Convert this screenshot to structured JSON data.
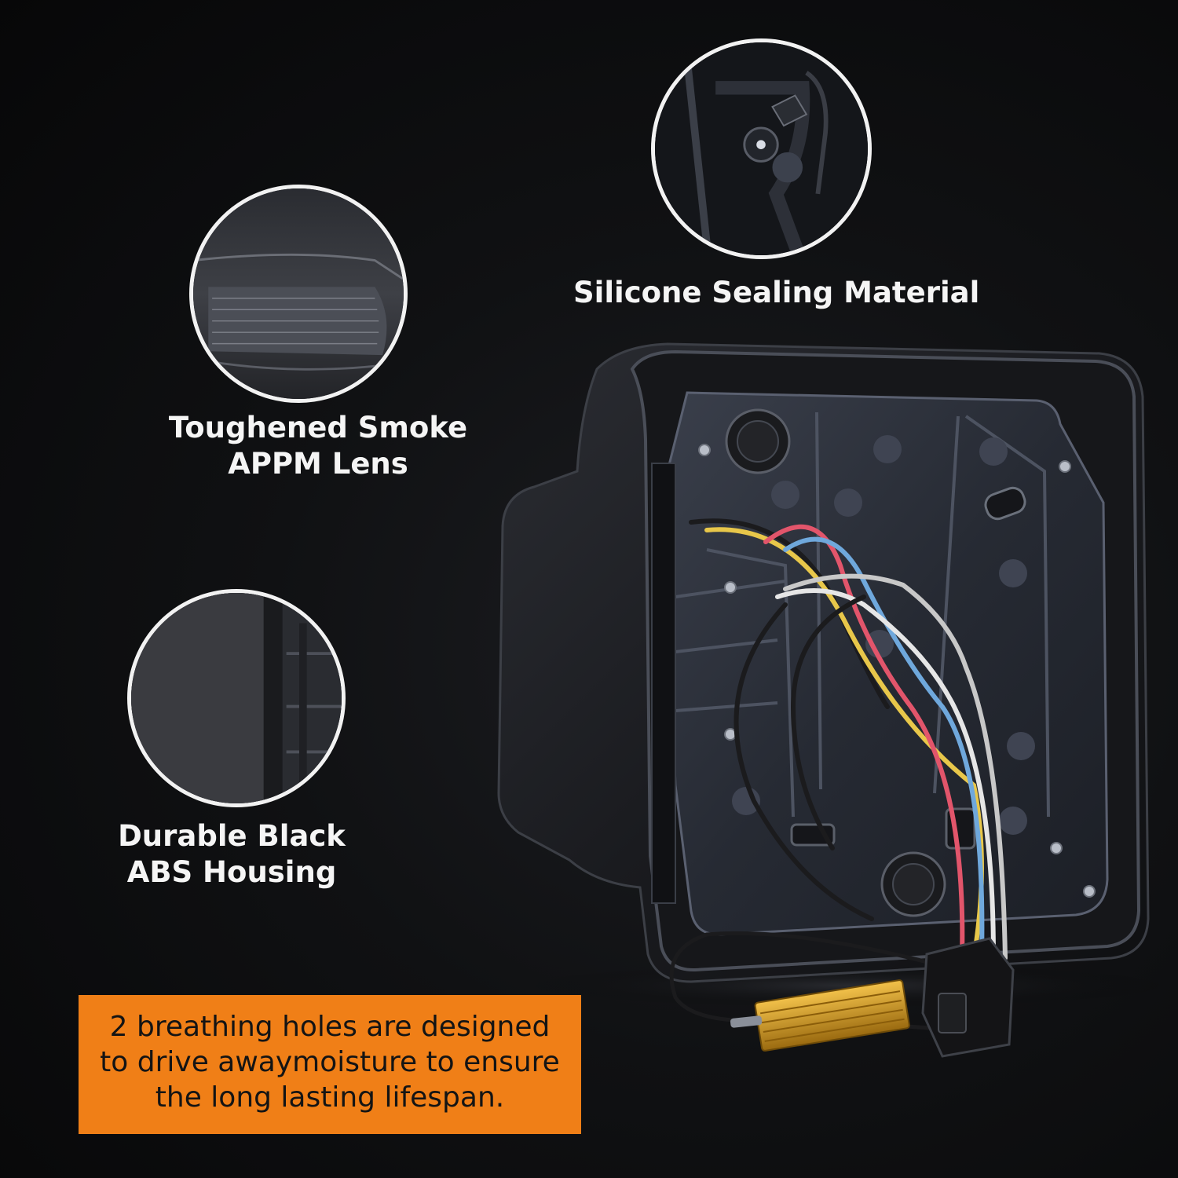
{
  "callouts": [
    {
      "id": "lens",
      "lines": [
        "Toughened Smoke",
        "APPM Lens"
      ]
    },
    {
      "id": "seal",
      "lines": [
        "Silicone Sealing Material"
      ]
    },
    {
      "id": "housing",
      "lines": [
        "Durable Black",
        "ABS Housing"
      ]
    }
  ],
  "note": {
    "lines": [
      "2 breathing holes are designed",
      "to drive awaymoisture to ensure",
      "the long lasting lifespan."
    ]
  },
  "colors": {
    "background": "#0b0b0c",
    "circle_border": "#f2f2f2",
    "note_box": "#f07f17",
    "label_text": "#f5f5f5",
    "wire_red": "#e2556b",
    "wire_blue": "#6fa8dc",
    "wire_yellow": "#e8c74a",
    "wire_white": "#e6e6e6",
    "resistor_gold": "#d8a52a"
  }
}
